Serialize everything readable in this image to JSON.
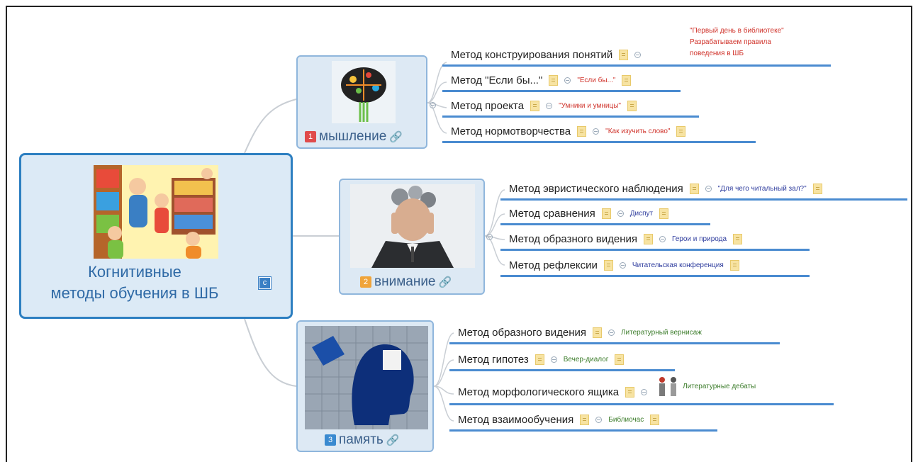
{
  "root": {
    "title_line1": "Когнитивные",
    "title_line2": "методы обучения в ШБ",
    "badge": "c"
  },
  "categories": [
    {
      "num": "1",
      "label": "мышление",
      "color": "#e04b4b"
    },
    {
      "num": "2",
      "label": "внимание",
      "color": "#f0a43a"
    },
    {
      "num": "3",
      "label": "память",
      "color": "#3a8ad0"
    }
  ],
  "branch1": {
    "methods": [
      {
        "label": "Метод конструирования понятий",
        "note": ""
      },
      {
        "label": "Метод \"Если бы...\"",
        "note": "\"Если бы...\""
      },
      {
        "label": "Метод проекта",
        "note": "\"Умники и умницы\""
      },
      {
        "label": "Метод нормотворчества",
        "note": "\"Как изучить слово\""
      }
    ],
    "multi_note": [
      "\"Первый день в библиотеке\"",
      "Разрабатываем правила",
      "поведения в ШБ"
    ]
  },
  "branch2": {
    "methods": [
      {
        "label": "Метод эвристического наблюдения",
        "note": "\"Для чего читальный зал?\""
      },
      {
        "label": "Метод сравнения",
        "note": "Диспут"
      },
      {
        "label": "Метод образного видения",
        "note": "Герои и природа"
      },
      {
        "label": "Метод рефлексии",
        "note": "Читательская конференция"
      }
    ]
  },
  "branch3": {
    "methods": [
      {
        "label": "Метод образного видения",
        "note": "Литературный вернисаж"
      },
      {
        "label": "Метод гипотез",
        "note": "Вечер-диалог"
      },
      {
        "label": "Метод морфологического ящика",
        "note": "Литературные дебаты"
      },
      {
        "label": "Метод взаимообучения",
        "note": "Библиочас"
      }
    ]
  },
  "icons": {
    "note": "note-icon",
    "collapse": "collapse-toggle-icon",
    "link": "link-chain-icon",
    "people": "people-icon"
  }
}
